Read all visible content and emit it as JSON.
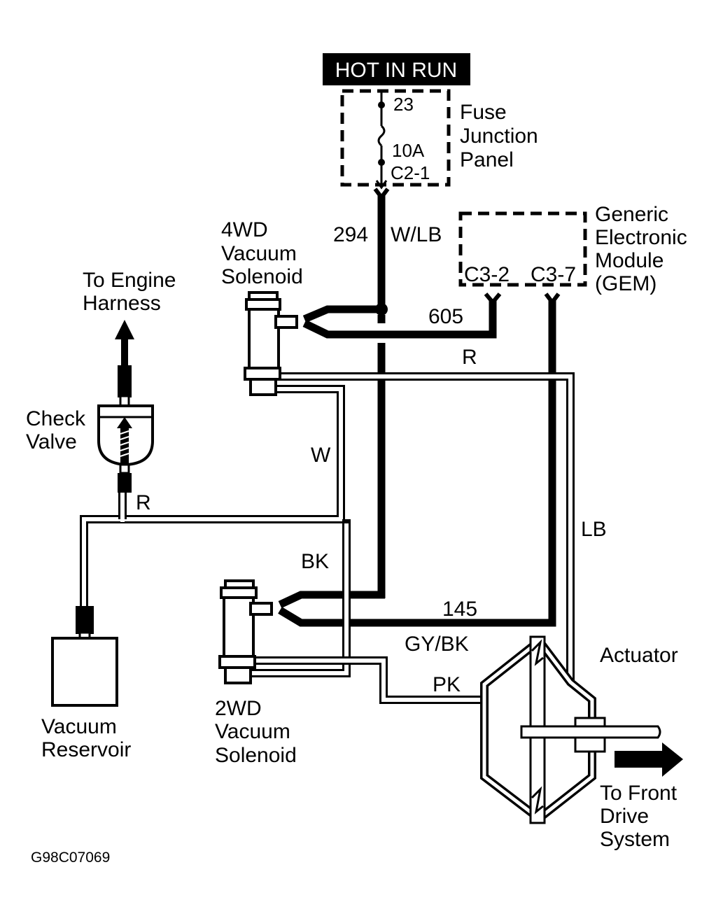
{
  "diagram": {
    "title_badge": "HOT IN RUN",
    "fuse_panel": {
      "name_lines": [
        "Fuse",
        "Junction",
        "Panel"
      ],
      "fuse_number": "23",
      "fuse_rating": "10A",
      "connector": "C2-1"
    },
    "gem": {
      "name_lines": [
        "Generic",
        "Electronic",
        "Module",
        "(GEM)"
      ],
      "pins": [
        "C3-2",
        "C3-7"
      ]
    },
    "circuits": {
      "c294": {
        "number": "294",
        "color": "W/LB"
      },
      "c605": {
        "number": "605"
      },
      "c145": {
        "number": "145",
        "color": "GY/BK"
      }
    },
    "hoses": {
      "red_top": "R",
      "red_left": "R",
      "white": "W",
      "black": "BK",
      "light_blue": "LB",
      "pink": "PK"
    },
    "components": {
      "solenoid_4wd": [
        "4WD",
        "Vacuum",
        "Solenoid"
      ],
      "solenoid_2wd": [
        "2WD",
        "Vacuum",
        "Solenoid"
      ],
      "check_valve": [
        "Check",
        "Valve"
      ],
      "reservoir": [
        "Vacuum",
        "Reservoir"
      ],
      "actuator": "Actuator",
      "engine_harness": [
        "To Engine",
        "Harness"
      ],
      "front_drive": [
        "To Front",
        "Drive",
        "System"
      ]
    },
    "figure_id": "G98C07069"
  }
}
